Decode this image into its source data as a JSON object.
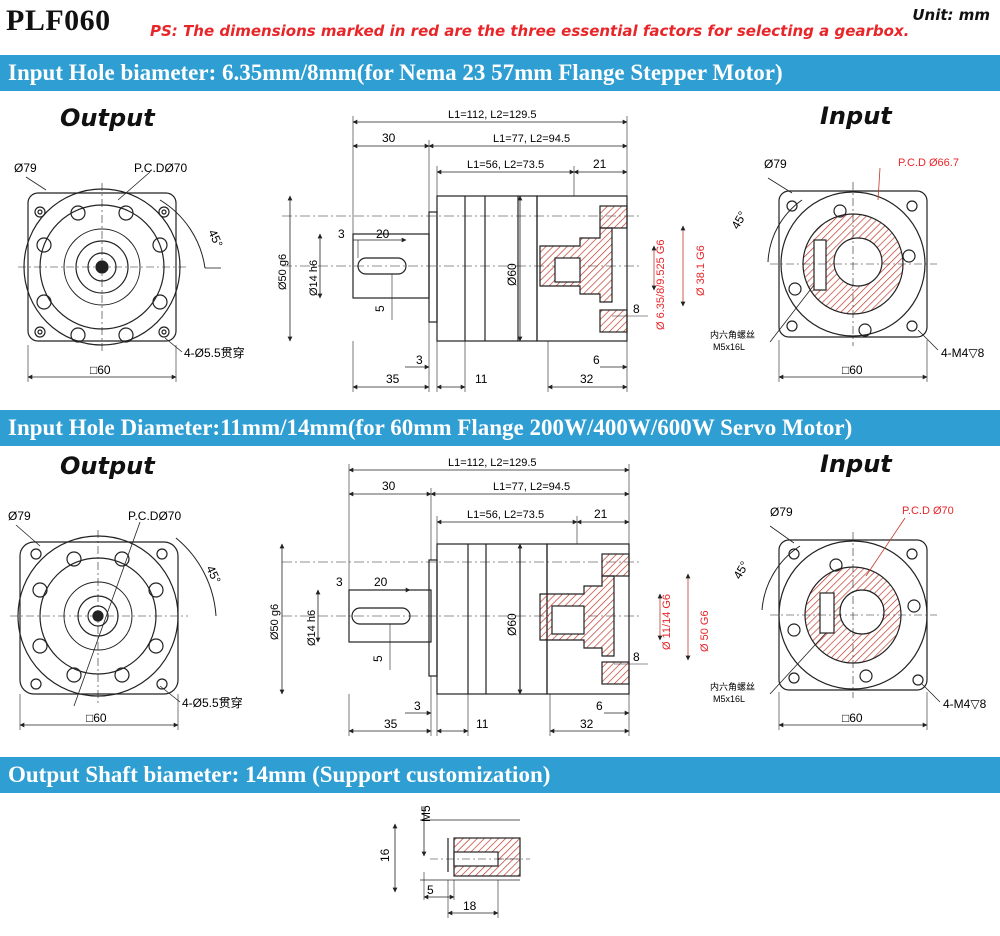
{
  "header": {
    "model": "PLF060",
    "ps_key": "PS:",
    "ps_text": "The dimensions marked in red are the three essential factors for selecting a gearbox.",
    "unit": "Unit: mm"
  },
  "sections": [
    {
      "title": "Input Hole biameter: 6.35mm/8mm(for Nema 23 57mm Flange Stepper Motor)"
    },
    {
      "title": "Input Hole Diameter:11mm/14mm(for 60mm Flange 200W/400W/600W Servo Motor)"
    },
    {
      "title": "Output Shaft biameter: 14mm (Support customization)"
    }
  ],
  "view_labels": {
    "output": "Output",
    "input": "Input"
  },
  "output_view": {
    "dia": "Ø79",
    "pcd": "P.C.DØ70",
    "angle": "45°",
    "holes": "4-Ø5.5贯穿",
    "square": "□60"
  },
  "side_view": {
    "L_total": "L1=112, L2=129.5",
    "L_mid": "L1=77, L2=94.5",
    "L_small": "L1=56, L2=73.5",
    "d30": "30",
    "d21": "21",
    "d3": "3",
    "d20": "20",
    "d5": "5",
    "d50": "Ø50 g6",
    "d14": "Ø14 h6",
    "d60": "Ø60",
    "d8": "8",
    "d6": "6",
    "d35": "35",
    "d11": "11",
    "d32": "32",
    "d3b": "3"
  },
  "side_view_1": {
    "bore": "Ø 6.35/8/9.525 G6",
    "pilot": "Ø 38.1 G6"
  },
  "side_view_2": {
    "bore": "Ø 11/14 G6",
    "pilot": "Ø 50 G6"
  },
  "input_view": {
    "dia": "Ø79",
    "angle": "45°",
    "screw_cn": "内六角螺丝",
    "screw": "M5x16L",
    "holes": "4-M4▽8",
    "square": "□60"
  },
  "input_view_1": {
    "pcd": "P.C.D Ø66.7"
  },
  "input_view_2": {
    "pcd": "P.C.D Ø70"
  },
  "shaft_detail": {
    "m5": "M5",
    "d16": "16",
    "d5": "5",
    "d18": "18"
  },
  "colors": {
    "band": "#2f9ed2",
    "red": "#e8262a",
    "line": "#222222"
  }
}
